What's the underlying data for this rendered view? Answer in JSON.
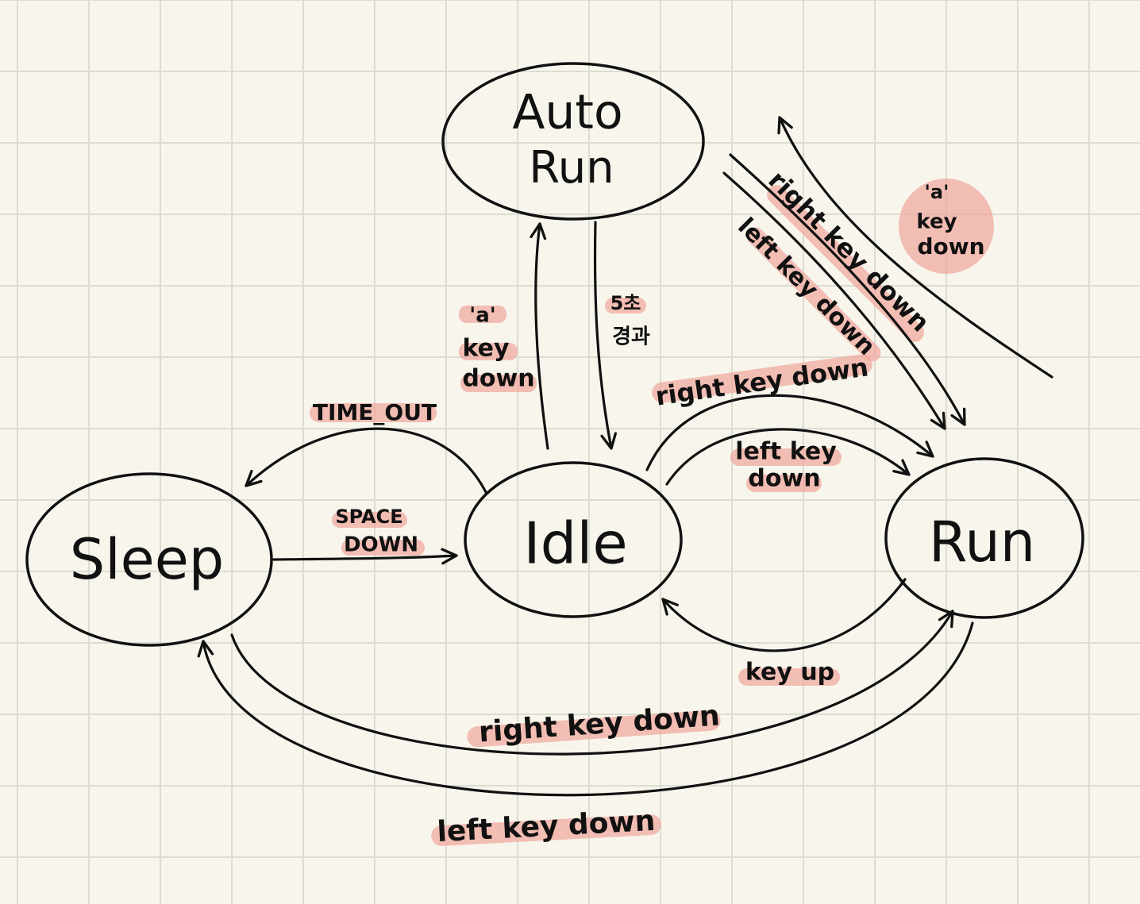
{
  "colors": {
    "background": "#f8f6ec",
    "grid": "#dcdcd2",
    "ink": "#111111",
    "highlight": "#f0a9a0"
  },
  "states": {
    "auto_run": {
      "line1": "Auto",
      "line2": "Run"
    },
    "sleep": {
      "label": "Sleep"
    },
    "idle": {
      "label": "Idle"
    },
    "run": {
      "label": "Run"
    }
  },
  "transitions": {
    "idle_to_autorun": {
      "line1": "'a'",
      "line2": "key",
      "line3": "down"
    },
    "autorun_to_idle": {
      "line1": "5초",
      "line2": "경과"
    },
    "idle_to_sleep": {
      "label": "TIME_OUT"
    },
    "sleep_to_idle": {
      "line1": "SPACE",
      "line2": "DOWN"
    },
    "idle_to_run_right": {
      "label": "right key down"
    },
    "idle_to_run_left": {
      "line1": "left key",
      "line2": "down"
    },
    "run_to_idle": {
      "label": "key up"
    },
    "sleep_to_run_right": {
      "label": "right key down"
    },
    "sleep_to_run_left": {
      "label": "left key down"
    },
    "autorun_to_run_right": {
      "label": "right key down"
    },
    "autorun_to_run_left": {
      "label": "left key down"
    },
    "run_to_autorun": {
      "line1": "'a'",
      "line2": "key",
      "line3": "down"
    }
  }
}
